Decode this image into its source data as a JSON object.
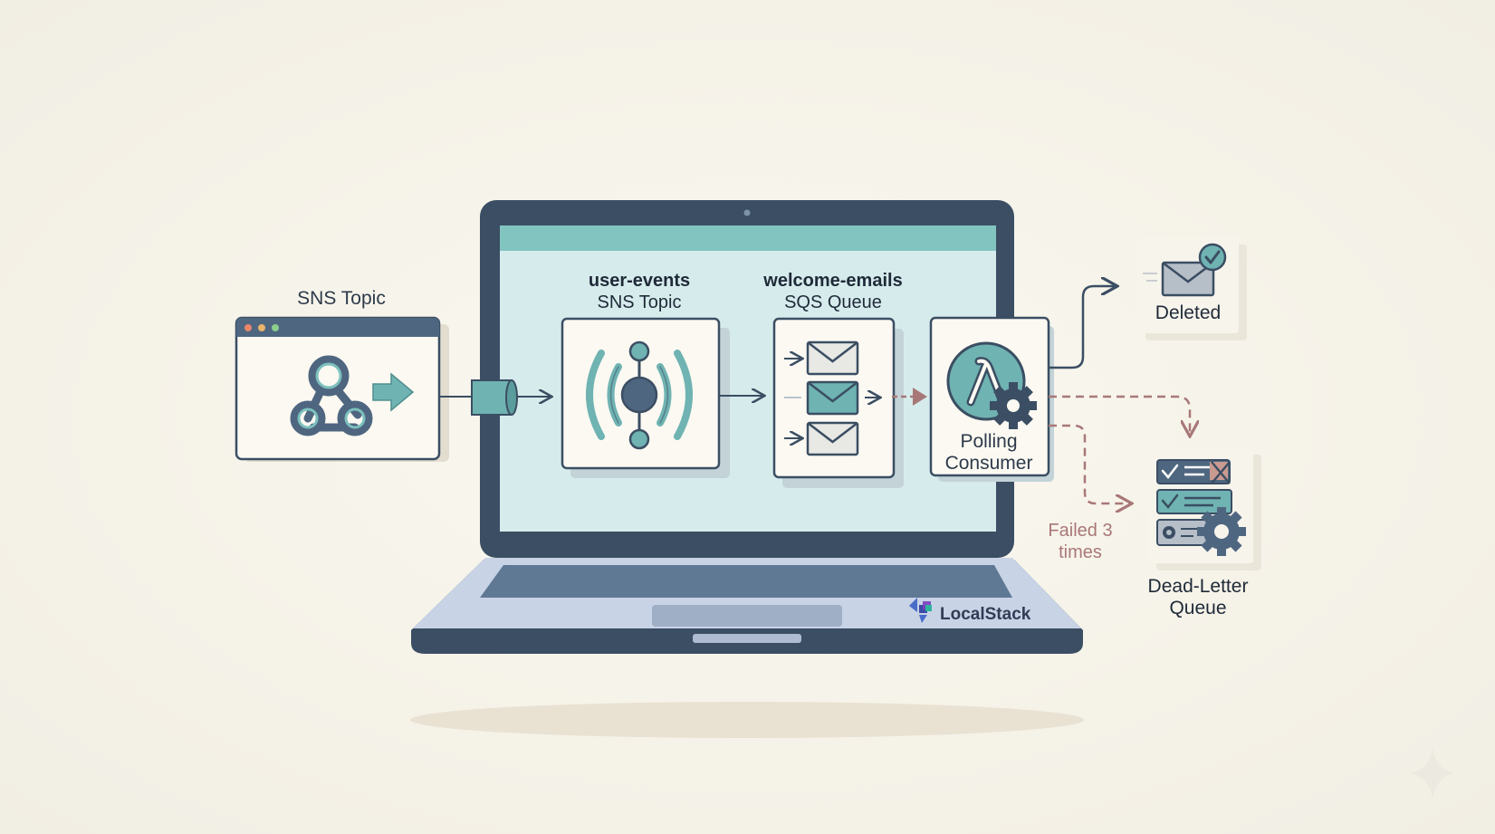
{
  "colors": {
    "background": "#f6f3ea",
    "dark_slate": "#3b4e63",
    "teal": "#6fb3b2",
    "screen": "#d6ecec",
    "failure_red": "#a87878",
    "card": "#fbf9f2"
  },
  "webhook_source": {
    "label": "SNS Topic",
    "icon": "webhook-icon"
  },
  "sns_topic": {
    "name": "user-events",
    "type": "SNS Topic",
    "icon": "broadcast-icon"
  },
  "sqs_queue": {
    "name": "welcome-emails",
    "type": "SQS Queue",
    "icon": "envelope-icon"
  },
  "consumer": {
    "line1": "Polling",
    "line2": "Consumer",
    "icon": "lambda-gear-icon"
  },
  "deleted": {
    "label": "Deleted",
    "icon": "envelope-check-icon"
  },
  "failure": {
    "line1": "Failed 3",
    "line2": "times"
  },
  "dlq": {
    "line1": "Dead-Letter",
    "line2": "Queue",
    "icon": "list-gear-icon"
  },
  "brand": {
    "name": "LocalStack",
    "icon": "localstack-logo-icon"
  }
}
